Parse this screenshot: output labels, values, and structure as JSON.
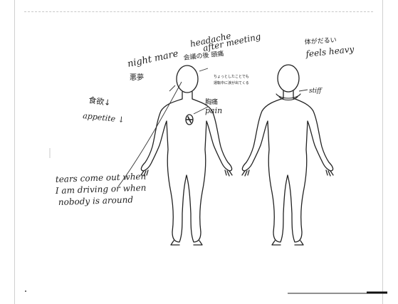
{
  "notes": {
    "headache_line1": "headache",
    "headache_line2": "after meeting",
    "headache_jp": "会議の後 頭痛",
    "nightmare_en": "night mare",
    "nightmare_jp": "悪夢",
    "head_jp_line1": "ちょっとしたことでも",
    "head_jp_line2": "運転中に涙が出てくる",
    "appetite_jp": "食欲↓",
    "appetite_en": "appetite ↓",
    "chest_jp": "胸痛",
    "chest_en": "pain",
    "heavy_jp": "体がだるい",
    "heavy_en": "feels heavy",
    "stiff": "stiff",
    "tears_line1": "tears come out when",
    "tears_line2": "I am driving or when",
    "tears_line3": "nobody is around"
  },
  "colors": {
    "ink": "#222222",
    "frame": "#cfcfcf"
  }
}
